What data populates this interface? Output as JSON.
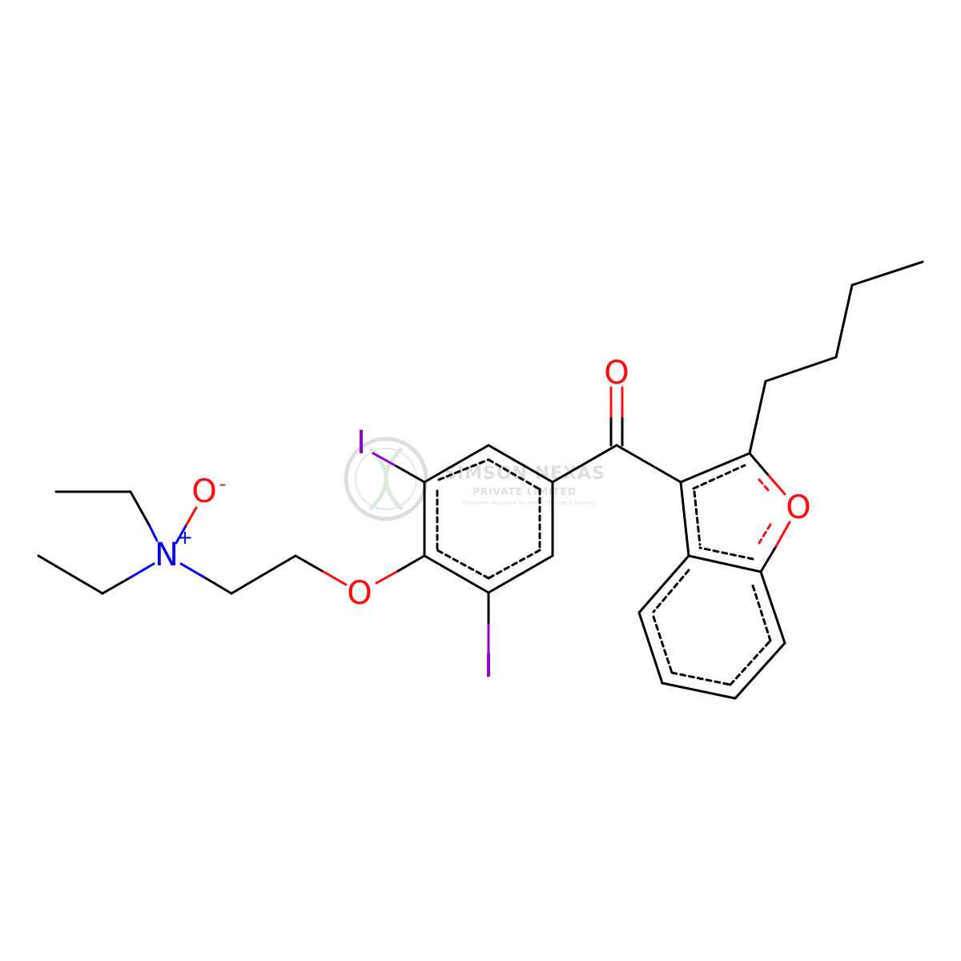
{
  "watermark": {
    "title": "SIMSON NEXAS",
    "subtitle": "PRIVATE LIMITED",
    "tagline": "Complete solutions for every chemist's journey"
  },
  "colors": {
    "carbon": "#000000",
    "oxygen": "#ff0d0d",
    "nitrogen": "#0000ff",
    "iodine": "#9400d3",
    "watermark": "#d9dcdd"
  },
  "atoms": {
    "n_label": "N",
    "n_charge": "+",
    "o_n_label": "O",
    "o_n_charge": "-",
    "o_ether_label": "O",
    "i_top_label": "I",
    "i_bottom_label": "I",
    "o_carbonyl_label": "O",
    "o_furan_label": "O"
  }
}
